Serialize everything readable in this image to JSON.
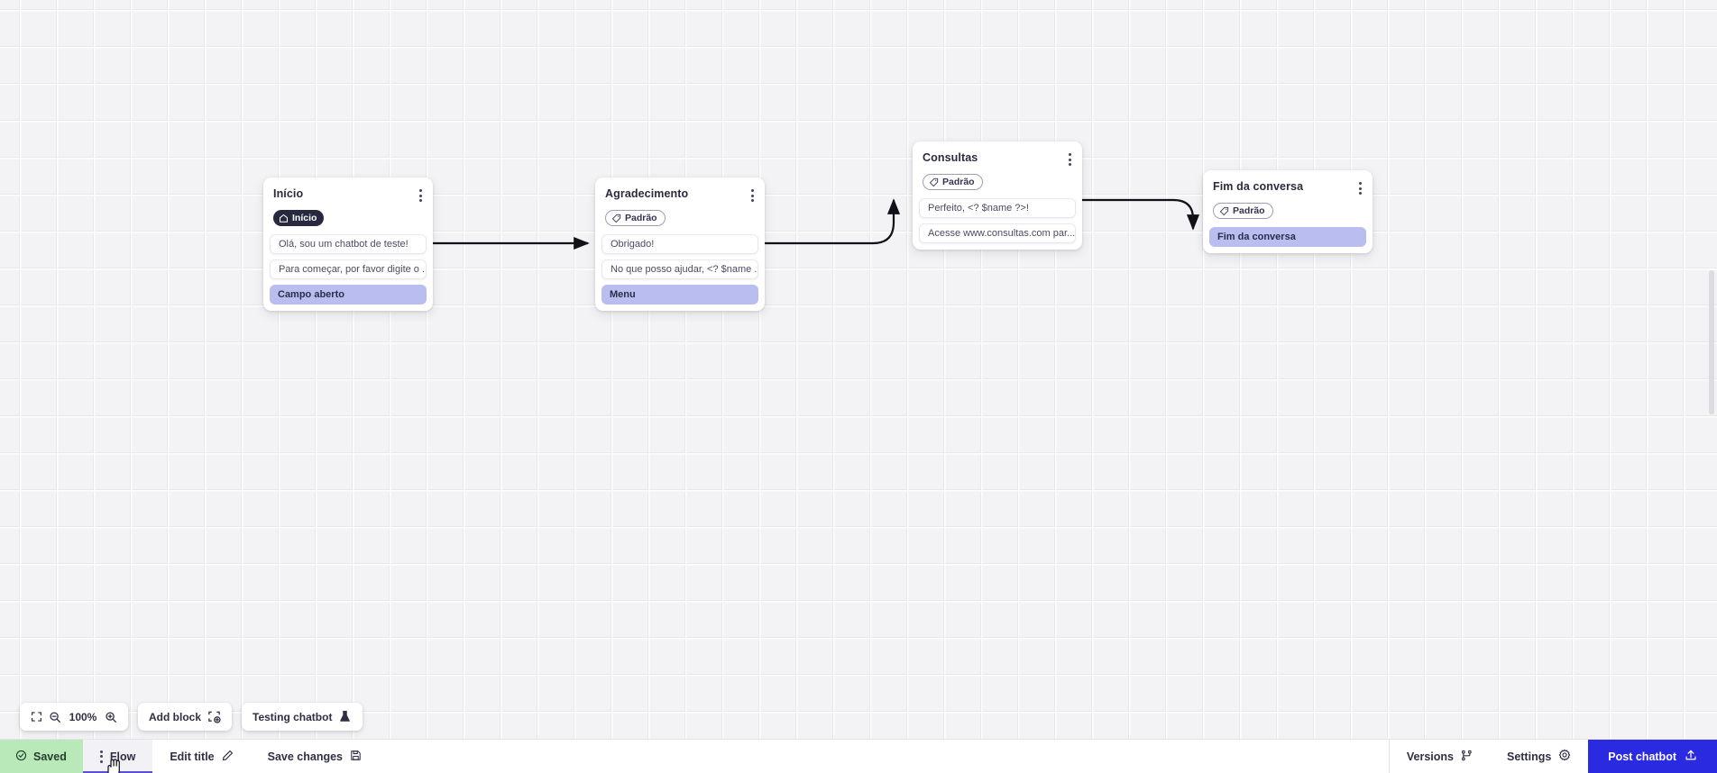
{
  "canvas": {
    "zoom_level": "100%",
    "nodes": [
      {
        "id": "inicio",
        "title": "Início",
        "badge": {
          "label": "Início",
          "icon": "home-icon",
          "style": "start"
        },
        "rows": [
          {
            "text": "Olá, sou um chatbot de teste!",
            "type": "message"
          },
          {
            "text": "Para começar, por favor digite o ...",
            "type": "message"
          },
          {
            "text": "Campo aberto",
            "type": "action"
          }
        ]
      },
      {
        "id": "agradecimento",
        "title": "Agradecimento",
        "badge": {
          "label": "Padrão",
          "icon": "tag-icon",
          "style": "standard"
        },
        "rows": [
          {
            "text": "Obrigado!",
            "type": "message"
          },
          {
            "text": "No que posso ajudar, <? $name ...",
            "type": "message"
          },
          {
            "text": "Menu",
            "type": "action"
          }
        ]
      },
      {
        "id": "consultas",
        "title": "Consultas",
        "badge": {
          "label": "Padrão",
          "icon": "tag-icon",
          "style": "standard"
        },
        "rows": [
          {
            "text": "Perfeito, <? $name ?>!",
            "type": "message"
          },
          {
            "text": "Acesse www.consultas.com par...",
            "type": "message"
          }
        ]
      },
      {
        "id": "fim",
        "title": "Fim da conversa",
        "badge": {
          "label": "Padrão",
          "icon": "tag-icon",
          "style": "standard"
        },
        "rows": [
          {
            "text": "Fim da conversa",
            "type": "action"
          }
        ]
      }
    ]
  },
  "toolbar": {
    "fit_icon": "fit-screen-icon",
    "zoom_out_icon": "zoom-out-icon",
    "zoom_in_icon": "zoom-in-icon",
    "zoom_value": "100%",
    "add_block_label": "Add block",
    "add_block_icon": "add-block-icon",
    "testing_label": "Testing chatbot",
    "testing_icon": "flask-icon"
  },
  "bottombar": {
    "saved_label": "Saved",
    "saved_icon": "check-circle-icon",
    "flow_tab_label": "Flow",
    "flow_tab_icon": "drag-dots-icon",
    "edit_title_label": "Edit title",
    "edit_title_icon": "pencil-icon",
    "save_changes_label": "Save changes",
    "save_changes_icon": "floppy-disk-icon",
    "versions_label": "Versions",
    "versions_icon": "branch-icon",
    "settings_label": "Settings",
    "settings_icon": "gear-icon",
    "post_label": "Post chatbot",
    "post_icon": "upload-icon"
  },
  "colors": {
    "accent": "#2a2ae0",
    "action_row": "#b9bdf0",
    "saved_bg": "#b9e9b9",
    "badge_start": "#282840",
    "tab_underline": "#5b4fd6"
  }
}
